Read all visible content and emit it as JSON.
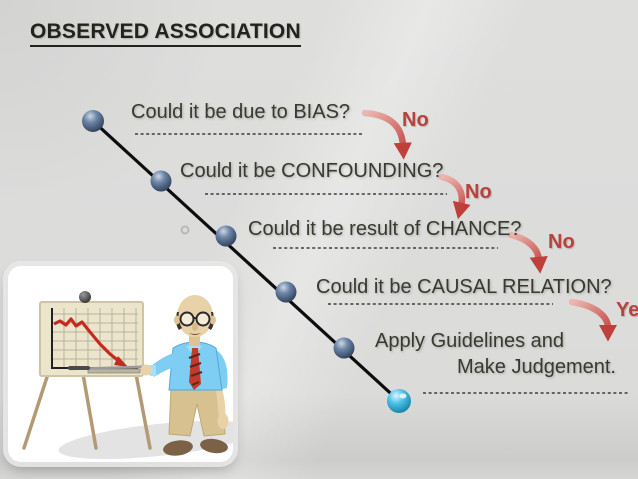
{
  "title": "OBSERVED ASSOCIATION",
  "flow": {
    "steps": [
      {
        "question": "Could it be due to BIAS?",
        "answer": "No"
      },
      {
        "question": "Could it be CONFOUNDING?",
        "answer": "No"
      },
      {
        "question": "Could it be result of CHANCE?",
        "answer": "No"
      },
      {
        "question": "Could it be CAUSAL RELATION?",
        "answer": "Yes"
      }
    ],
    "conclusion": {
      "line1": "Apply Guidelines and",
      "line2": "Make Judgement."
    }
  },
  "colors": {
    "answer_red": "#b5443f",
    "arrow_red": "#bf3f3b",
    "bead_blue": "#54719b",
    "bead_cyan": "#3fbce2",
    "diagonal_line": "#0d0d0d",
    "background": "#dbdbda"
  },
  "illustration": {
    "icon": "presenter-pointing-at-declining-chart-icon"
  }
}
